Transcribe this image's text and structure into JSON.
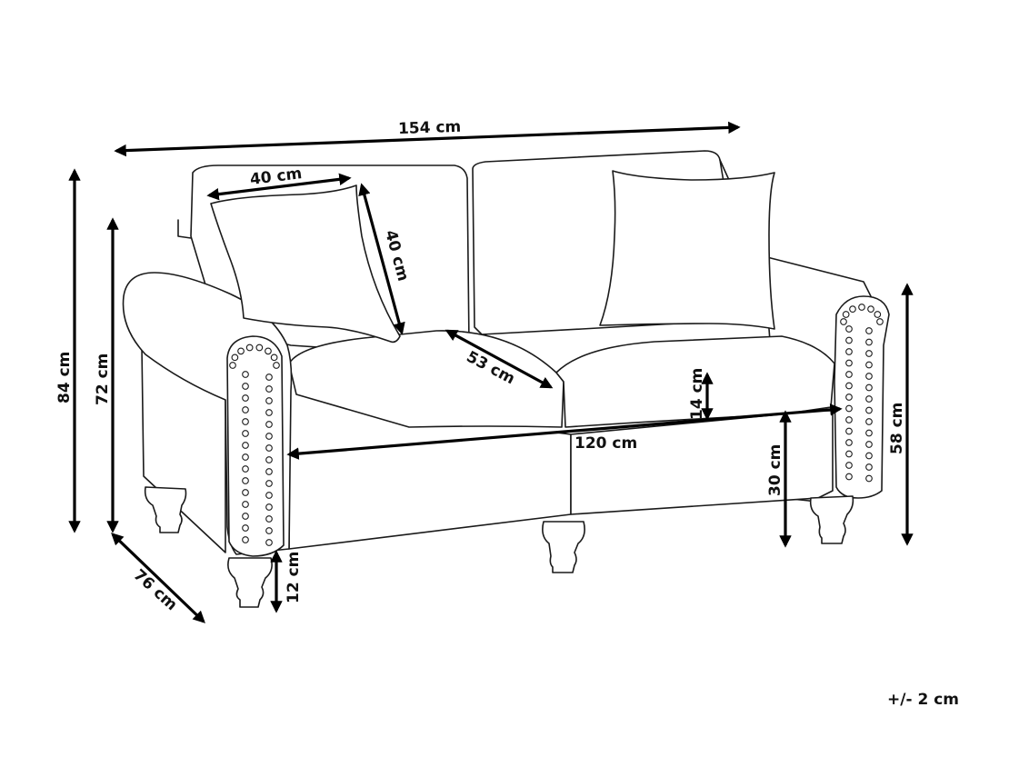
{
  "dimensions": {
    "total_width": "154 cm",
    "cushion_width": "40 cm",
    "cushion_height": "40 cm",
    "seat_depth": "53 cm",
    "seat_cushion_thickness": "14 cm",
    "seat_width": "120 cm",
    "seat_height": "30 cm",
    "arm_height": "58 cm",
    "total_height": "84 cm",
    "backrest_height": "72 cm",
    "depth": "76 cm",
    "leg_height": "12 cm"
  },
  "tolerance": "+/- 2 cm",
  "colors": {
    "line": "#1a1a1a",
    "background": "#ffffff"
  }
}
